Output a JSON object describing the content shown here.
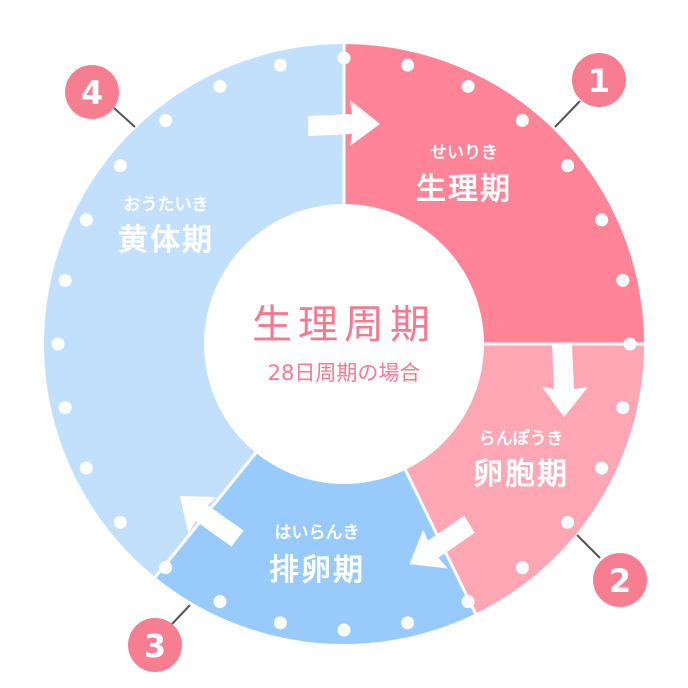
{
  "center": {
    "title": "生理周期",
    "subtitle": "28日周期の場合"
  },
  "phases": [
    {
      "number": "1",
      "reading": "せいりき",
      "name": "生理期",
      "color": "#ff8497",
      "start_deg": 0,
      "end_deg": 90
    },
    {
      "number": "2",
      "reading": "らんぽうき",
      "name": "卵胞期",
      "color": "#ffa7b5",
      "start_deg": 90,
      "end_deg": 154
    },
    {
      "number": "3",
      "reading": "はいらんき",
      "name": "排卵期",
      "color": "#99cafc",
      "start_deg": 154,
      "end_deg": 219
    },
    {
      "number": "4",
      "reading": "おうたいき",
      "name": "黄体期",
      "color": "#c2e0fc",
      "start_deg": 219,
      "end_deg": 360
    }
  ],
  "days": 28,
  "colors": {
    "badge": "#f77d90",
    "center_text": "#f5798f",
    "connector": "#555555"
  }
}
